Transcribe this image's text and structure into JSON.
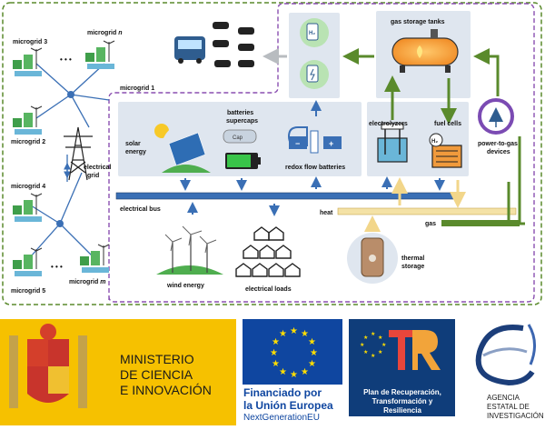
{
  "diagram": {
    "microgrids": {
      "mg3": "microgrid 3",
      "mgn_prefix": "microgrid ",
      "mgn_var": "n",
      "mg2": "microgrid 2",
      "mg4": "microgrid 4",
      "mg5": "microgrid 5",
      "mgm_prefix": "microgrid ",
      "mgm_var": "m",
      "mg1": "microgrid 1",
      "ellipsis": "• • •"
    },
    "electrical_grid": [
      "electrical",
      "grid"
    ],
    "solar_energy": [
      "solar",
      "energy"
    ],
    "batteries_supercaps": [
      "batteries",
      "supercaps"
    ],
    "redox_flow": "redox flow batteries",
    "electrolyzers": "electrolyzers",
    "fuel_cells": "fuel cells",
    "gas_storage_tanks": "gas storage tanks",
    "power_to_gas": [
      "power-to-gas",
      "devices"
    ],
    "electrical_bus": "electrical bus",
    "heat": "heat",
    "gas": "gas",
    "wind_energy": "wind energy",
    "electrical_loads": "electrical loads",
    "thermal_storage": [
      "thermal",
      "storage"
    ],
    "h2_symbol": "H₂",
    "supercap_label": "Cap"
  },
  "logos": {
    "ministry": [
      "MINISTERIO",
      "DE CIENCIA",
      "E INNOVACIÓN"
    ],
    "eu": [
      "Financiado por",
      "la Unión Europea",
      "NextGenerationEU"
    ],
    "prtr": [
      "Plan de Recuperación,",
      "Transformación y",
      "Resiliencia"
    ],
    "agency": [
      "AGENCIA",
      "ESTATAL DE",
      "INVESTIGACIÓN"
    ]
  },
  "colors": {
    "electric_arrow": "#3a6fb5",
    "gas_arrow": "#5a8a2c",
    "heat_arrow": "#f2d68a",
    "microgrid1_border": "#8a4fb0",
    "outer_border": "#5a8a2c",
    "bus": "#3a6fb5",
    "heat_bar": "#f4e2a6",
    "gas_bar": "#5a8a2c"
  }
}
